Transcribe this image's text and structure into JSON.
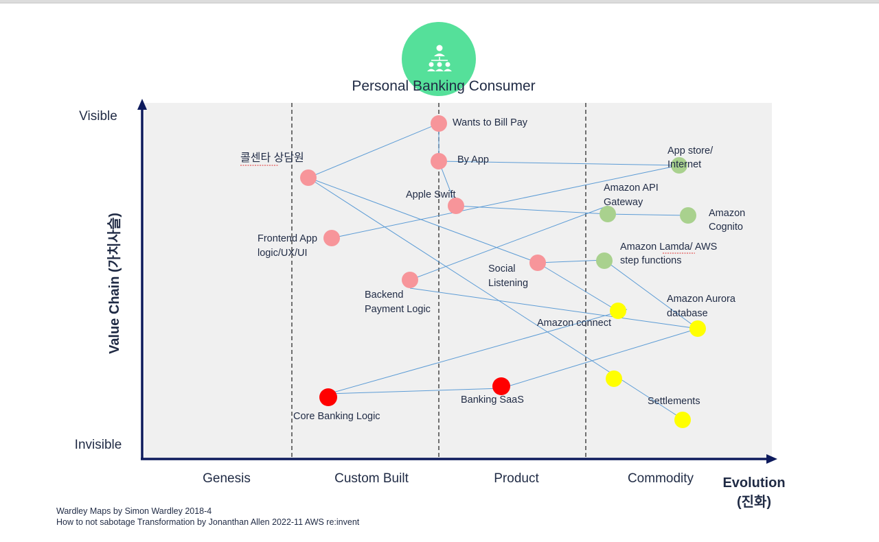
{
  "title": "Personal Banking Consumer",
  "axis": {
    "y_label": "Value Chain (가치사슬)",
    "y_top": "Visible",
    "y_bottom": "Invisible",
    "x_label_line1": "Evolution",
    "x_label_line2": "(진화)",
    "stages": [
      "Genesis",
      "Custom Built",
      "Product",
      "Commodity"
    ]
  },
  "colors": {
    "axis": "#0d1a5c",
    "plot_bg": "#f0f0f0",
    "link": "#5b9bd5",
    "custom": "#f7959a",
    "core": "#ff0000",
    "aws_service": "#a9d18e",
    "commodity": "#ffff00",
    "user": "#55e09a"
  },
  "nodes": {
    "wants_bill_pay": "Wants to Bill Pay",
    "by_app": "By App",
    "call_center": "콜센타 상담원",
    "apple_swift": "Apple Swift",
    "frontend_1": "Frontend App",
    "frontend_2": "logic/UX/UI",
    "backend_1": "Backend",
    "backend_2": "Payment Logic",
    "social_1": "Social",
    "social_2": "Listening",
    "core_banking": "Core Banking Logic",
    "banking_saas": "Banking SaaS",
    "app_store_1": "App store/",
    "app_store_2": "Internet",
    "api_gw_1": "Amazon API",
    "api_gw_2": "Gateway",
    "cognito_1": "Amazon",
    "cognito_2": "Cognito",
    "lambda_1": "Amazon Lamda/ AWS",
    "lambda_2": "step functions",
    "aurora_1": "Amazon Aurora",
    "aurora_2": "database",
    "connect": "Amazon connect",
    "settlements": "Settlements"
  },
  "credits": {
    "line1": "Wardley Maps by Simon Wardley 2018-4",
    "line2": "How to not sabotage Transformation  by Jonanthan Allen 2022-11 AWS re:invent"
  }
}
